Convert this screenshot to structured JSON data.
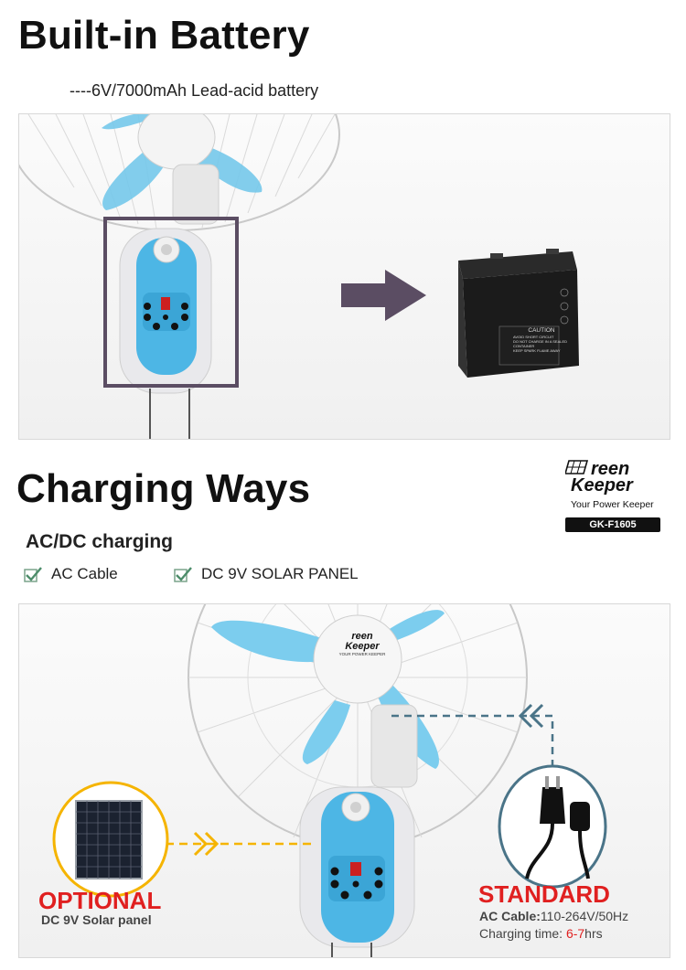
{
  "section1": {
    "title": "Built-in Battery",
    "subtitle": "----6V/7000mAh Lead-acid battery"
  },
  "battery_label": {
    "caution": "CAUTION",
    "line1": "AVOID SHORT CIRCUIT",
    "line2": "DO NOT CHARGE IN A SEALED CONTAINER",
    "line3": "KEEP SPARK FLAME AWAY"
  },
  "section2": {
    "title": "Charging Ways",
    "subheading": "AC/DC charging",
    "options": [
      "AC Cable",
      "DC 9V SOLAR PANEL"
    ]
  },
  "brand": {
    "name_line1": "reen",
    "name_line2": "Keeper",
    "tagline": "Your Power Keeper",
    "model": "GK-F1605",
    "fan_hub_line1": "reen",
    "fan_hub_line2": "Keeper",
    "fan_hub_tag": "YOUR POWER KEEPER"
  },
  "optional": {
    "label": "OPTIONAL",
    "desc": "DC 9V Solar panel"
  },
  "standard": {
    "label": "STANDARD",
    "cable_label": "AC Cable:",
    "cable_value": "110-264V/50Hz",
    "time_label": "Charging time: ",
    "time_value": "6-7",
    "time_unit": "hrs"
  },
  "colors": {
    "fan_blue": "#6ec8ea",
    "arrow_purple": "#5b4d63",
    "dash_orange": "#f5b400",
    "dash_teal": "#4a7488",
    "red": "#e02020"
  },
  "icons": [
    "checkbox-icon",
    "arrow-right-icon",
    "chevron-left-icon",
    "chevron-right-icon",
    "solar-panel-icon",
    "power-plug-icon"
  ]
}
